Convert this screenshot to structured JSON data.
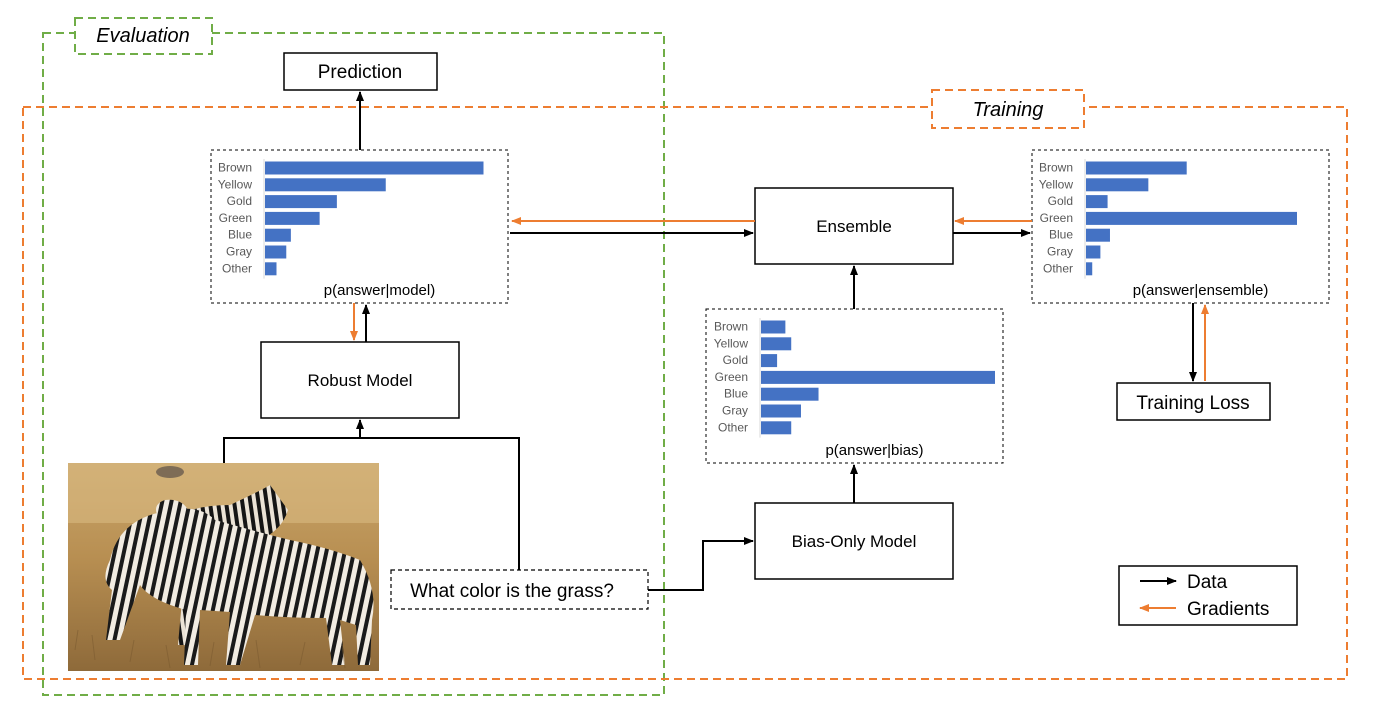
{
  "regions": {
    "evaluation_label": "Evaluation",
    "training_label": "Training"
  },
  "nodes": {
    "prediction": "Prediction",
    "robust_model": "Robust Model",
    "ensemble": "Ensemble",
    "bias_only_model": "Bias-Only Model",
    "training_loss": "Training Loss",
    "question": "What color is the grass?"
  },
  "legend": {
    "data_label": "Data",
    "gradients_label": "Gradients"
  },
  "colors": {
    "evaluation_border": "#70ad47",
    "training_border": "#ed7d31",
    "data_arrow": "#000000",
    "gradient_arrow": "#ed7d31",
    "bar": "#4472c4"
  },
  "chart_data": [
    {
      "type": "bar",
      "orientation": "horizontal",
      "title": "p(answer|model)",
      "categories": [
        "Brown",
        "Yellow",
        "Gold",
        "Green",
        "Blue",
        "Gray",
        "Other"
      ],
      "values": [
        0.38,
        0.21,
        0.125,
        0.095,
        0.045,
        0.037,
        0.02
      ],
      "grid": false
    },
    {
      "type": "bar",
      "orientation": "horizontal",
      "title": "p(answer|bias)",
      "categories": [
        "Brown",
        "Yellow",
        "Gold",
        "Green",
        "Blue",
        "Gray",
        "Other"
      ],
      "values": [
        0.05,
        0.062,
        0.033,
        0.48,
        0.118,
        0.082,
        0.062
      ],
      "grid": false
    },
    {
      "type": "bar",
      "orientation": "horizontal",
      "title": "p(answer|ensemble)",
      "categories": [
        "Brown",
        "Yellow",
        "Gold",
        "Green",
        "Blue",
        "Gray",
        "Other"
      ],
      "values": [
        0.21,
        0.13,
        0.045,
        0.44,
        0.05,
        0.03,
        0.013
      ],
      "grid": false
    }
  ]
}
